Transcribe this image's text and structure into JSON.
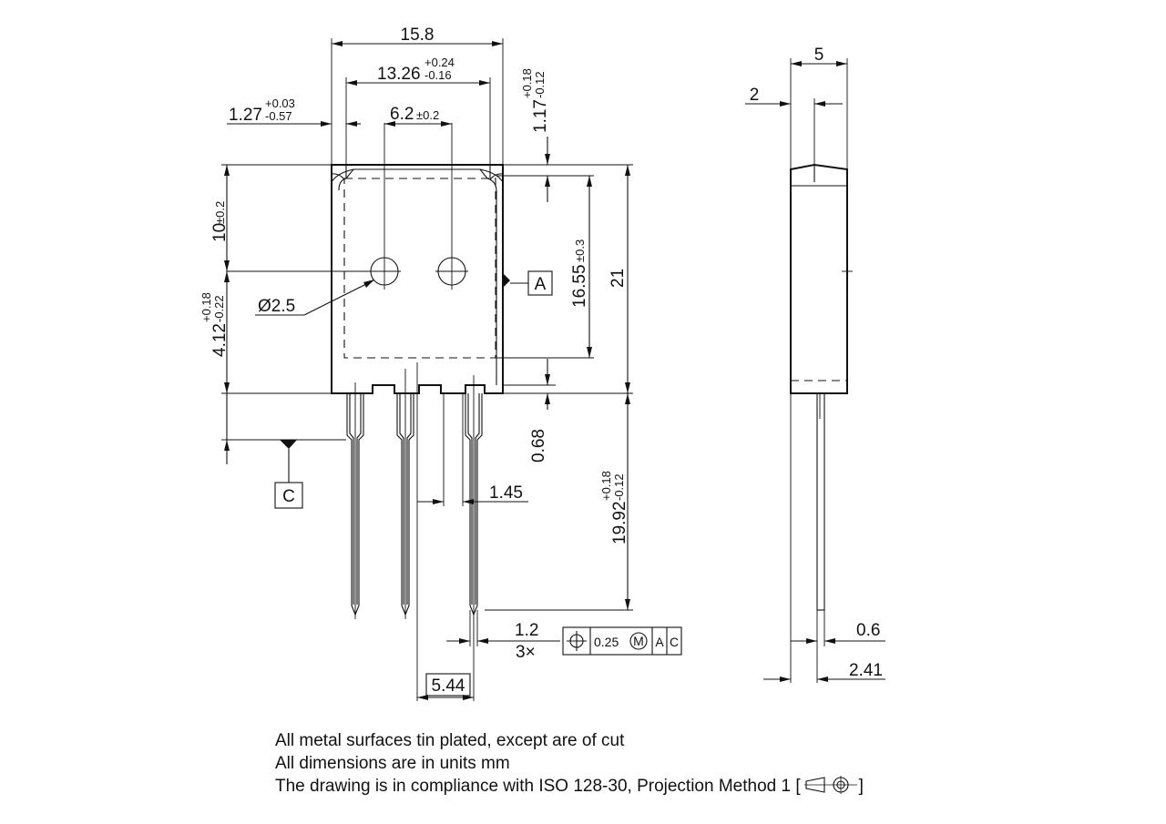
{
  "dimensions": {
    "width_15_8": "15.8",
    "width_13_26": "13.26",
    "tol_13_26_upper": "+0.24",
    "tol_13_26_lower": "-0.16",
    "offset_1_27": "1.27",
    "tol_1_27_upper": "+0.03",
    "tol_1_27_lower": "-0.57",
    "hole_spacing": "6.2",
    "tol_hole_spacing": "±0.2",
    "top_1_17": "1.17",
    "tol_1_17_upper": "+0.18",
    "tol_1_17_lower": "-0.12",
    "height_10": "10",
    "tol_10": "±0.2",
    "hole_diameter": "Ø2.5",
    "height_4_12": "4.12",
    "tol_4_12_upper": "+0.18",
    "tol_4_12_lower": "-0.22",
    "height_16_55": "16.55",
    "tol_16_55": "±0.3",
    "height_21": "21",
    "gap_0_68": "0.68",
    "lead_length": "19.92",
    "tol_lead_upper": "+0.18",
    "tol_lead_lower": "-0.12",
    "lead_width_1_45": "1.45",
    "lead_width_1_2": "1.2",
    "lead_count": "3×",
    "lead_pitch": "5.44",
    "side_5": "5",
    "side_2": "2",
    "side_0_6": "0.6",
    "side_2_41": "2.41"
  },
  "datums": {
    "a": "A",
    "c": "C"
  },
  "tolerance_frame": {
    "value": "0.25",
    "modifier": "M",
    "ref_a": "A",
    "ref_c": "C"
  },
  "notes": {
    "line1": "All metal surfaces tin plated, except are of cut",
    "line2": "All dimensions are in units mm",
    "line3": "The drawing is in compliance with ISO 128-30, Projection Method 1 [",
    "line3_end": "]"
  },
  "icons": {
    "projection_symbol": "first-angle-projection-icon",
    "position_tolerance": "position-tolerance-icon",
    "max_material": "circle-m-icon"
  }
}
